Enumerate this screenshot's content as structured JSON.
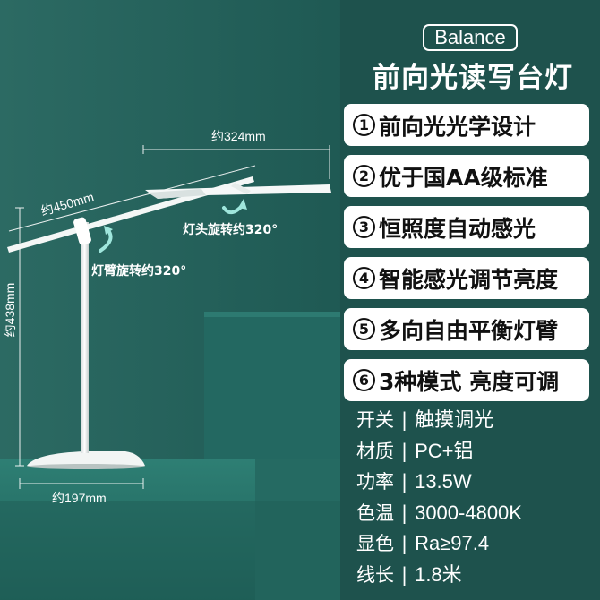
{
  "brand": "Balance",
  "title": "前向光读写台灯",
  "features": [
    {
      "num": "1",
      "text": "前向光光学设计"
    },
    {
      "num": "2",
      "text": "优于国AA级标准"
    },
    {
      "num": "3",
      "text": "恒照度自动感光"
    },
    {
      "num": "4",
      "text": "智能感光调节亮度"
    },
    {
      "num": "5",
      "text": "多向自由平衡灯臂"
    },
    {
      "num": "6",
      "text": "3种模式 亮度可调"
    }
  ],
  "specs": [
    {
      "label": "开关",
      "value": "触摸调光"
    },
    {
      "label": "材质",
      "value": "PC+铝"
    },
    {
      "label": "功率",
      "value": "13.5W"
    },
    {
      "label": "色温",
      "value": "3000-4800K"
    },
    {
      "label": "显色",
      "value": "Ra≥97.4"
    },
    {
      "label": "线长",
      "value": "1.8米"
    }
  ],
  "spec_separator": "|",
  "dimensions": {
    "head_width": "约324mm",
    "arm_length": "约450mm",
    "height": "约438mm",
    "base_width": "约197mm"
  },
  "rotations": {
    "head": "灯头旋转约320°",
    "arm": "灯臂旋转约320°"
  },
  "colors": {
    "background": "#1c4b47",
    "panel": "#1e524d",
    "accent": "#2e7d74",
    "card": "#ffffff",
    "text_dark": "#111111"
  }
}
